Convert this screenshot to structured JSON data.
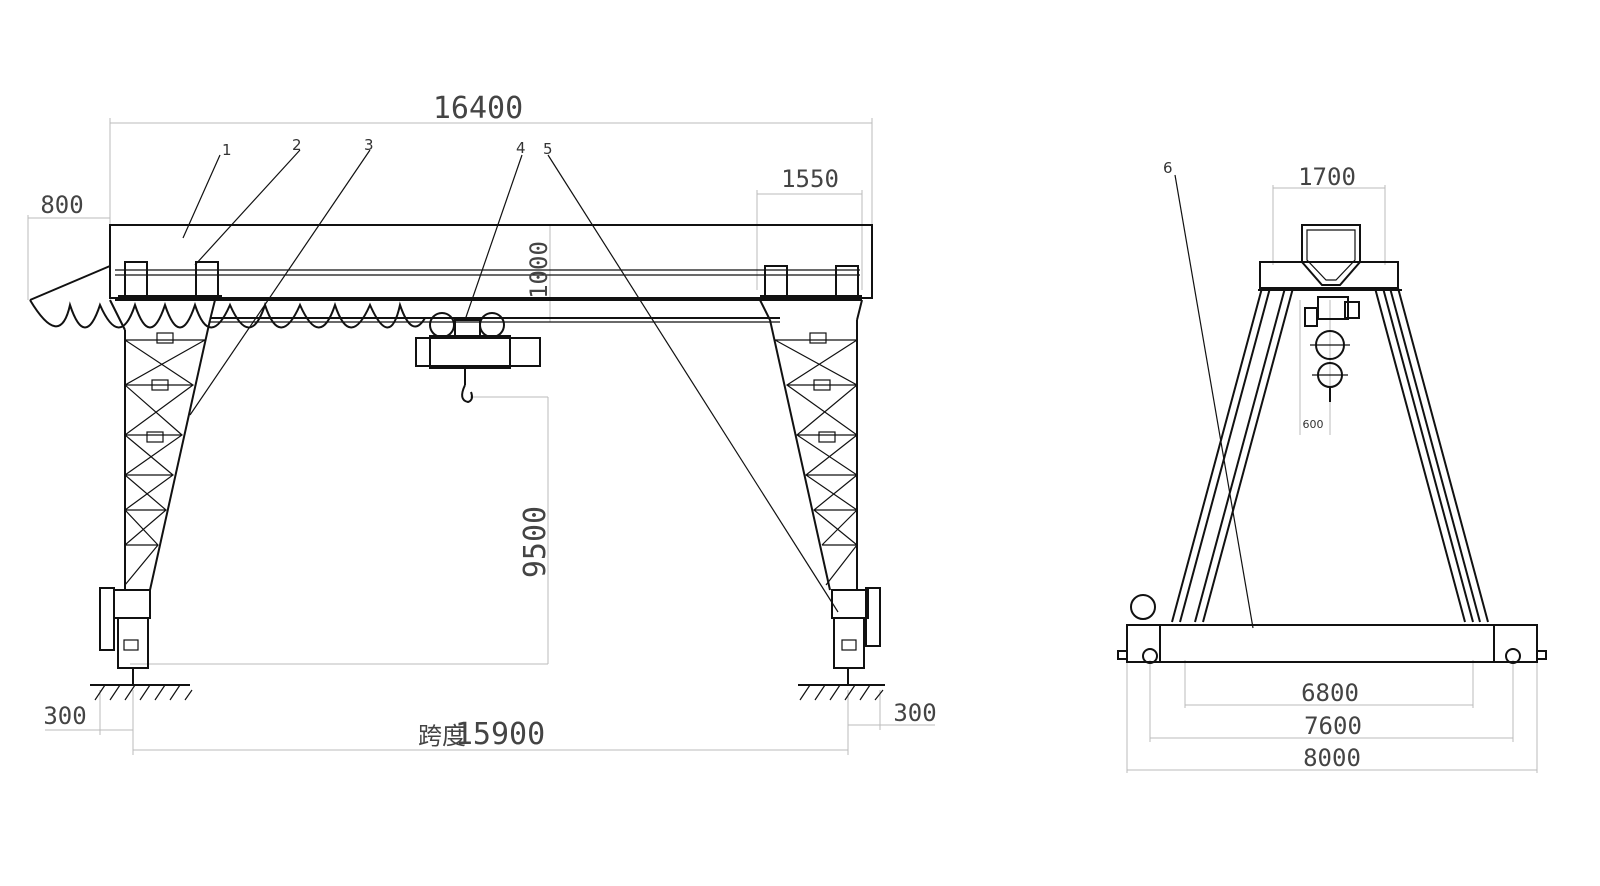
{
  "title": "Single girder gantry crane general arrangement",
  "front_view": {
    "overall_length": "16400",
    "cantilever": "800",
    "end_spacing": "1550",
    "girder_height": "1000",
    "lift_height": "9500",
    "left_offset": "300",
    "right_offset": "300",
    "span_label": "跨度",
    "span": "15900",
    "part_labels": [
      "1",
      "2",
      "3",
      "4",
      "5"
    ]
  },
  "side_view": {
    "top_width": "1700",
    "hook_offset": "600",
    "inner_base": "6800",
    "wheel_base": "7600",
    "overall_base": "8000",
    "part_label": "6"
  }
}
